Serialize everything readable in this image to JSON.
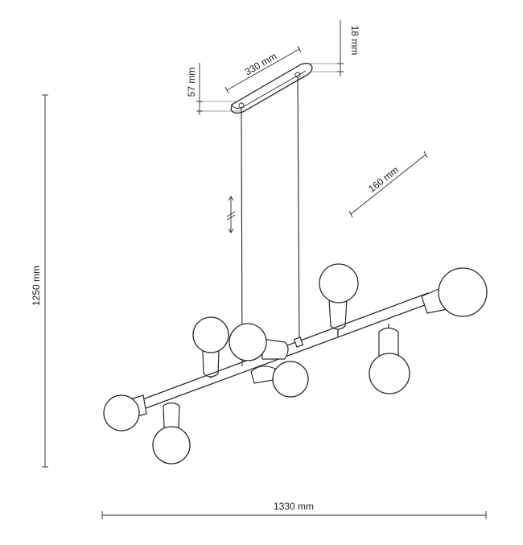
{
  "dimensions": {
    "canopy_length": "330 mm",
    "canopy_height": "18 mm",
    "canopy_top_drop": "57 mm",
    "arm_length": "160 mm",
    "total_height": "1250 mm",
    "total_width": "1330 mm"
  }
}
